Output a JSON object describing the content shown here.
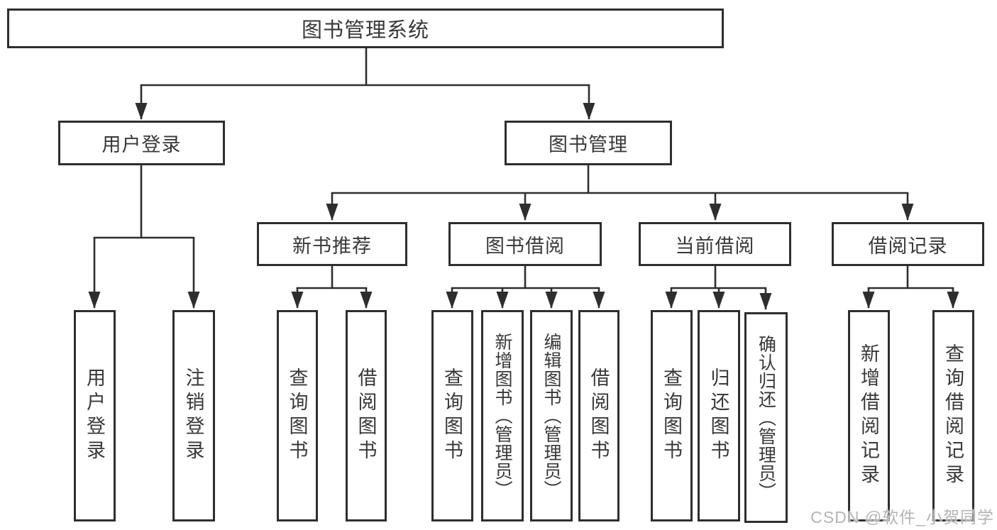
{
  "nodes": {
    "root": "图书管理系统",
    "user_login": "用户登录",
    "book_management": "图书管理",
    "new_book_recommend": "新书推荐",
    "book_borrow": "图书借阅",
    "current_borrow": "当前借阅",
    "borrow_records": "借阅记录",
    "leaf_user_login": "用户登录",
    "leaf_logout": "注销登录",
    "leaf_query_books_1": "查询图书",
    "leaf_borrow_books_1": "借阅图书",
    "leaf_query_books_2": "查询图书",
    "leaf_add_books_admin": "新增图书（管理员）",
    "leaf_edit_books_admin": "编辑图书（管理员）",
    "leaf_borrow_books_2": "借阅图书",
    "leaf_query_books_3": "查询图书",
    "leaf_return_books": "归还图书",
    "leaf_confirm_return_admin": "确认归还（管理员）",
    "leaf_add_borrow_record": "新增借阅记录",
    "leaf_query_borrow_record": "查询借阅记录"
  },
  "watermark": "CSDN @软件_小贺同学",
  "colors": {
    "line": "#2e2e2e",
    "text": "#383838",
    "bg": "#ffffff",
    "watermark": "#b5b5b5"
  }
}
